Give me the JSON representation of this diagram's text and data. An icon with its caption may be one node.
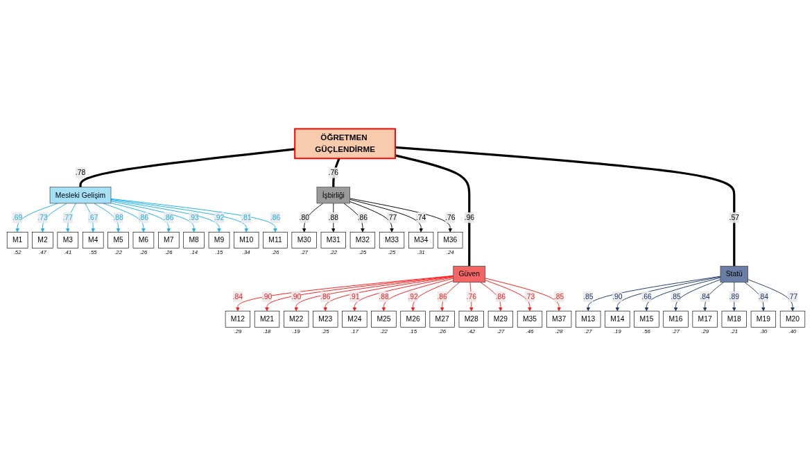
{
  "diagram": {
    "nodes": [
      {
        "text": [
          "ÖĞRETMEN GÜÇLENDİRME"
        ]
      },
      {
        "text": [
          "Mesleki Gelişim"
        ]
      },
      {
        "text": [
          "İşbirliği"
        ]
      },
      {
        "text": [
          "Güven"
        ]
      },
      {
        "text": [
          "Statü"
        ]
      },
      {
        "text": [
          "M1"
        ],
        "beside": [
          ".52"
        ]
      },
      {
        "text": [
          "M2"
        ],
        "beside": [
          ".47"
        ]
      },
      {
        "text": [
          "M3"
        ],
        "beside": [
          ".41"
        ]
      },
      {
        "text": [
          "M4"
        ],
        "beside": [
          ".55"
        ]
      },
      {
        "text": [
          "M5"
        ],
        "beside": [
          ".22"
        ]
      },
      {
        "text": [
          "M6"
        ],
        "beside": [
          ".26"
        ]
      },
      {
        "text": [
          "M7"
        ],
        "beside": [
          ".26"
        ]
      },
      {
        "text": [
          "M8"
        ],
        "beside": [
          ".14"
        ]
      },
      {
        "text": [
          "M9"
        ],
        "beside": [
          ".15"
        ]
      },
      {
        "text": [
          "M10"
        ],
        "beside": [
          ".34"
        ]
      },
      {
        "text": [
          "M11"
        ],
        "beside": [
          ".26"
        ]
      },
      {
        "text": [
          "M12"
        ],
        "beside": [
          ".29"
        ]
      },
      {
        "text": [
          "M21"
        ],
        "beside": [
          ".18"
        ]
      },
      {
        "text": [
          "M22"
        ],
        "beside": [
          ".19"
        ]
      },
      {
        "text": [
          "M23"
        ],
        "beside": [
          ".25"
        ]
      },
      {
        "text": [
          "M24"
        ],
        "beside": [
          ".17"
        ]
      },
      {
        "text": [
          "M25"
        ],
        "beside": [
          ".22"
        ]
      },
      {
        "text": [
          "M26"
        ],
        "beside": [
          ".15"
        ]
      },
      {
        "text": [
          "M27"
        ],
        "beside": [
          ".26"
        ]
      },
      {
        "text": [
          "M28"
        ],
        "beside": [
          ".42"
        ]
      },
      {
        "text": [
          "M29"
        ],
        "beside": [
          ".27"
        ]
      },
      {
        "text": [
          "M35"
        ],
        "beside": [
          ".46"
        ]
      },
      {
        "text": [
          "M37"
        ],
        "beside": [
          ".28"
        ]
      },
      {
        "text": [
          "M30"
        ],
        "beside": [
          ".27"
        ]
      },
      {
        "text": [
          "M31"
        ],
        "beside": [
          ".22"
        ]
      },
      {
        "text": [
          "M32"
        ],
        "beside": [
          ".25"
        ]
      },
      {
        "text": [
          "M33"
        ],
        "beside": [
          ".25"
        ]
      },
      {
        "text": [
          "M34"
        ],
        "beside": [
          ".31"
        ]
      },
      {
        "text": [
          "M36"
        ],
        "beside": [
          ".24"
        ]
      },
      {
        "text": [
          "M13"
        ],
        "beside": [
          ".27"
        ]
      },
      {
        "text": [
          "M14"
        ],
        "beside": [
          ".19"
        ]
      },
      {
        "text": [
          "M15"
        ],
        "beside": [
          ".56"
        ]
      },
      {
        "text": [
          "M16"
        ],
        "beside": [
          ".27"
        ]
      },
      {
        "text": [
          "M17"
        ],
        "beside": [
          ".29"
        ]
      },
      {
        "text": [
          "M18"
        ],
        "beside": [
          ".21"
        ]
      },
      {
        "text": [
          "M19"
        ],
        "beside": [
          ".30"
        ]
      },
      {
        "text": [
          "M20"
        ],
        "beside": [
          ".40"
        ]
      }
    ],
    "edges": [
      {
        "from": 0,
        "to": 1,
        "arrow": "none",
        "label": ".78",
        "style": "thick",
        "color": "#000000"
      },
      {
        "from": 0,
        "to": 2,
        "arrow": "none",
        "label": ".76",
        "style": "thick",
        "color": "#000000"
      },
      {
        "from": 1,
        "to": 5,
        "arrow": "to",
        "label": ".69",
        "color": "#1ab0ea"
      },
      {
        "from": 1,
        "to": 6,
        "arrow": "to",
        "label": ".73",
        "color": "#1ab0ea"
      },
      {
        "from": 1,
        "to": 7,
        "arrow": "to",
        "label": ".77",
        "color": "#1ab0ea"
      },
      {
        "from": 1,
        "to": 8,
        "arrow": "to",
        "label": ".67",
        "color": "#1ab0ea"
      },
      {
        "from": 1,
        "to": 9,
        "arrow": "to",
        "label": ".88",
        "color": "#1ab0ea"
      },
      {
        "from": 1,
        "to": 10,
        "arrow": "to",
        "label": ".86",
        "color": "#1ab0ea"
      },
      {
        "from": 1,
        "to": 11,
        "arrow": "to",
        "label": ".86",
        "color": "#1ab0ea"
      },
      {
        "from": 1,
        "to": 12,
        "arrow": "to",
        "label": ".93",
        "color": "#1ab0ea"
      },
      {
        "from": 1,
        "to": 13,
        "arrow": "to",
        "label": ".92",
        "color": "#1ab0ea"
      },
      {
        "from": 1,
        "to": 14,
        "arrow": "to",
        "label": ".81",
        "color": "#1ab0ea"
      },
      {
        "from": 1,
        "to": 15,
        "arrow": "to",
        "label": ".86",
        "color": "#1ab0ea"
      },
      {
        "from": 2,
        "to": 28,
        "arrow": "to",
        "label": ".80",
        "color": "#000000"
      },
      {
        "from": 2,
        "to": 29,
        "arrow": "to",
        "label": ".88",
        "color": "#000000"
      },
      {
        "from": 2,
        "to": 30,
        "arrow": "to",
        "label": ".86",
        "color": "#000000"
      },
      {
        "from": 2,
        "to": 31,
        "arrow": "to",
        "label": ".77",
        "color": "#000000"
      },
      {
        "from": 2,
        "to": 32,
        "arrow": "to",
        "label": ".74",
        "color": "#000000"
      },
      {
        "from": 2,
        "to": 33,
        "arrow": "to",
        "label": ".76",
        "color": "#000000"
      },
      {
        "from": 0,
        "to": 3,
        "arrow": "none",
        "label": ".96",
        "style": "thick",
        "color": "#000000"
      },
      {
        "from": 0,
        "to": 4,
        "arrow": "none",
        "label": ".57",
        "style": "thick",
        "color": "#000000"
      },
      {
        "from": 3,
        "to": 16,
        "arrow": "to",
        "label": ".84",
        "color": "#ff1a1a"
      },
      {
        "from": 3,
        "to": 17,
        "arrow": "to",
        "label": ".90",
        "color": "#ff1a1a"
      },
      {
        "from": 3,
        "to": 18,
        "arrow": "to",
        "label": ".90",
        "color": "#ff1a1a"
      },
      {
        "from": 3,
        "to": 19,
        "arrow": "to",
        "label": ".86",
        "color": "#ff1a1a"
      },
      {
        "from": 3,
        "to": 20,
        "arrow": "to",
        "label": ".91",
        "color": "#ff1a1a"
      },
      {
        "from": 3,
        "to": 21,
        "arrow": "to",
        "label": ".88",
        "color": "#ff1a1a"
      },
      {
        "from": 3,
        "to": 22,
        "arrow": "to",
        "label": ".92",
        "color": "#ff1a1a"
      },
      {
        "from": 3,
        "to": 23,
        "arrow": "to",
        "label": ".86",
        "color": "#ff1a1a"
      },
      {
        "from": 3,
        "to": 24,
        "arrow": "to",
        "label": ".76",
        "color": "#ff1a1a"
      },
      {
        "from": 3,
        "to": 25,
        "arrow": "to",
        "label": ".86",
        "color": "#ff1a1a"
      },
      {
        "from": 3,
        "to": 26,
        "arrow": "to",
        "label": ".73",
        "color": "#ff1a1a"
      },
      {
        "from": 3,
        "to": 27,
        "arrow": "to",
        "label": ".85",
        "color": "#ff1a1a"
      },
      {
        "from": 4,
        "to": 34,
        "arrow": "to",
        "label": ".85",
        "color": "#1f3868"
      },
      {
        "from": 4,
        "to": 35,
        "arrow": "to",
        "label": ".90",
        "color": "#1f3868"
      },
      {
        "from": 4,
        "to": 36,
        "arrow": "to",
        "label": ".66",
        "color": "#1f3868"
      },
      {
        "from": 4,
        "to": 37,
        "arrow": "to",
        "label": ".85",
        "color": "#1f3868"
      },
      {
        "from": 4,
        "to": 38,
        "arrow": "to",
        "label": ".84",
        "color": "#1f3868"
      },
      {
        "from": 4,
        "to": 39,
        "arrow": "to",
        "label": ".89",
        "color": "#1f3868"
      },
      {
        "from": 4,
        "to": 40,
        "arrow": "to",
        "label": ".84",
        "color": "#1f3868"
      },
      {
        "from": 4,
        "to": 41,
        "arrow": "to",
        "label": ".77",
        "color": "#1f3868"
      }
    ]
  }
}
